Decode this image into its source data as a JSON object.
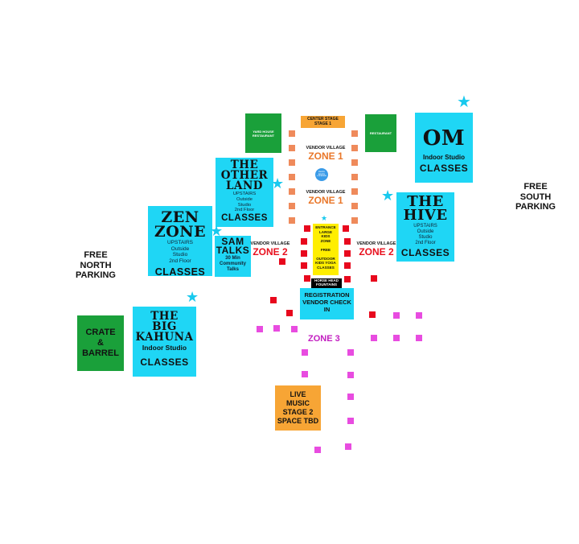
{
  "colors": {
    "cyan": "#1fd6f5",
    "green": "#1aa03a",
    "orange": "#f7a535",
    "yellow": "#ffee00",
    "zone1": "#e9772a",
    "zone2": "#e8101e",
    "zone3": "#c21ec0"
  },
  "parking": {
    "north": "FREE\nNORTH\nPARKING",
    "south": "FREE\nSOUTH\nPARKING"
  },
  "zen": {
    "title": "ZEN\nZONE",
    "sub": "UPSTAIRS\nOutside\nStudio\n2nd Floor",
    "classes": "CLASSES"
  },
  "otherland": {
    "title": "THE\nOTHER\nLAND",
    "sub": "UPSTAIRS\nOutside\nStudio\n2nd Floor",
    "classes": "CLASSES"
  },
  "om": {
    "title": "OM",
    "sub": "Indoor Studio",
    "classes": "CLASSES"
  },
  "hive": {
    "title": "THE\nHIVE",
    "sub": "UPSTAIRS\nOutside\nStudio\n2nd Floor",
    "classes": "CLASSES"
  },
  "kahuna": {
    "title": "THE\nBIG\nKAHUNA",
    "sub": "Indoor Studio",
    "classes": "CLASSES"
  },
  "samtalks": {
    "title": "SAM\nTALKS",
    "sub": "30 Min\nCommunity\nTalks"
  },
  "crate": {
    "label": "CRATE\n&\nBARREL"
  },
  "yardhouse": {
    "label": "YARD HOUSE\nRESTAURANT"
  },
  "restaurant": {
    "label": "RESTAURANT"
  },
  "centerstage": {
    "label": "CENTER STAGE\nSTAGE 1"
  },
  "vendor_village": "VENDOR VILLAGE",
  "zone1": "ZONE 1",
  "zone2": "ZONE 2",
  "zone3": "ZONE 3",
  "fountain_badge": "PHOTO\nBOOTH\nLOCATION",
  "kids": {
    "text": "ENTRANCE\nLARGE\nKIDS\nZONE\n\nFREE\n\nOUTDOOR\nKIDS YOGA\nCLASSES"
  },
  "horsehead": "HORSE HEAD\nFOUNTAINS",
  "registration": "REGISTRATION\nVENDOR CHECK IN",
  "livemusic": "LIVE\nMUSIC\nSTAGE 2\nSPACE TBD"
}
